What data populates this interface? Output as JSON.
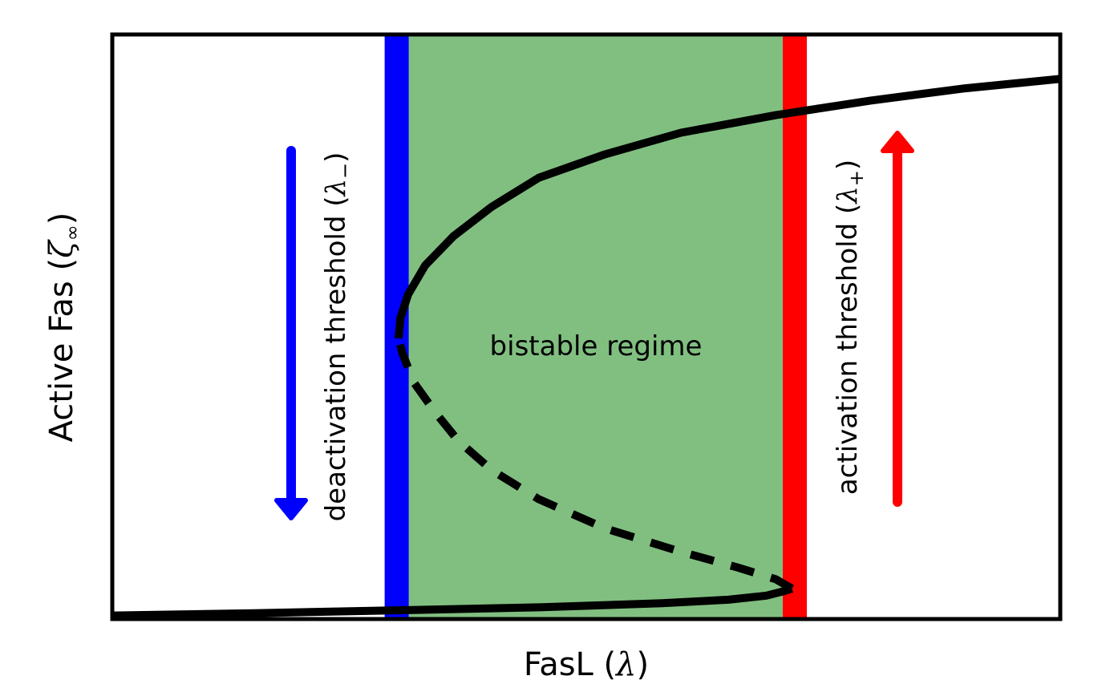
{
  "chart_data": {
    "type": "line",
    "title": "",
    "xlabel": {
      "text": "FasL (",
      "symbol": "λ",
      "close": ")"
    },
    "ylabel": {
      "text": "Active Fas (",
      "symbol": "ζ",
      "subscript": "∞",
      "close": ")"
    },
    "xlim": [
      0,
      1
    ],
    "ylim": [
      0,
      1
    ],
    "x_ticks": [],
    "y_ticks": [],
    "grid": false,
    "legend": "none",
    "thresholds": {
      "deactivation": {
        "x": 0.3,
        "color": "#0000ff"
      },
      "activation": {
        "x": 0.72,
        "color": "#ff0000"
      }
    },
    "region": {
      "x_range": [
        0.3,
        0.72
      ],
      "color": "#81bf81",
      "label": "bistable regime"
    },
    "series": [
      {
        "style": "solid",
        "color": "#000000",
        "points": [
          [
            0,
            0.006
          ],
          [
            0.15,
            0.01
          ],
          [
            0.3,
            0.015
          ],
          [
            0.45,
            0.02
          ],
          [
            0.58,
            0.027
          ],
          [
            0.65,
            0.033
          ],
          [
            0.69,
            0.04
          ],
          [
            0.707,
            0.047
          ],
          [
            0.717,
            0.052
          ]
        ]
      },
      {
        "style": "dashed",
        "color": "#000000",
        "points": [
          [
            0.717,
            0.052
          ],
          [
            0.7,
            0.068
          ],
          [
            0.66,
            0.088
          ],
          [
            0.6,
            0.115
          ],
          [
            0.52,
            0.155
          ],
          [
            0.45,
            0.205
          ],
          [
            0.4,
            0.255
          ],
          [
            0.365,
            0.305
          ],
          [
            0.34,
            0.355
          ],
          [
            0.318,
            0.405
          ],
          [
            0.306,
            0.455
          ],
          [
            0.302,
            0.48
          ]
        ]
      },
      {
        "style": "solid",
        "color": "#000000",
        "points": [
          [
            0.302,
            0.48
          ],
          [
            0.304,
            0.515
          ],
          [
            0.312,
            0.555
          ],
          [
            0.33,
            0.605
          ],
          [
            0.36,
            0.655
          ],
          [
            0.4,
            0.705
          ],
          [
            0.45,
            0.755
          ],
          [
            0.52,
            0.795
          ],
          [
            0.6,
            0.832
          ],
          [
            0.7,
            0.862
          ],
          [
            0.8,
            0.887
          ],
          [
            0.9,
            0.908
          ],
          [
            1.0,
            0.924
          ]
        ]
      }
    ],
    "annotations": [
      {
        "text": "deactivation threshold (",
        "symbol": "λ",
        "subscript": "−",
        "close": ")",
        "color": "#000000"
      },
      {
        "text": "activation threshold (",
        "symbol": "λ",
        "subscript": "+",
        "close": ")",
        "color": "#000000"
      }
    ],
    "arrows": [
      {
        "direction": "down",
        "color": "#0000ff"
      },
      {
        "direction": "up",
        "color": "#ff0000"
      }
    ]
  }
}
